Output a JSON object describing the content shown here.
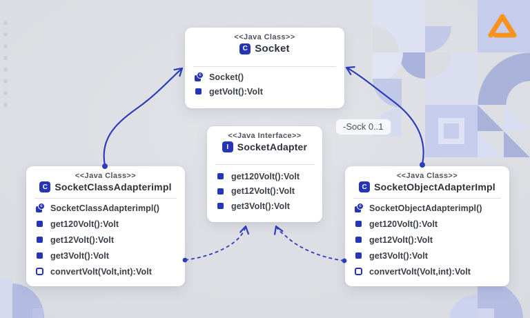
{
  "connector_label": "-Sock 0..1",
  "colors": {
    "accent_blue": "#2535B4",
    "arrow_blue": "#2C3CB9",
    "logo_orange": "#F7941D",
    "card_bg": "#FFFFFF",
    "page_bg": "#DADCE1",
    "lavender_tile": "#C6CCEB"
  },
  "brand": {
    "logo_icon": "orange-triangle"
  },
  "classes": {
    "socket": {
      "stereotype": "<<Java Class>>",
      "icon": "C",
      "name": "Socket",
      "members": [
        {
          "icon": "constructor",
          "text": "Socket()"
        },
        {
          "icon": "method",
          "text": "getVolt():Volt"
        }
      ]
    },
    "adapter": {
      "stereotype": "<<Java Interface>>",
      "icon": "I",
      "name": "SocketAdapter",
      "members": [
        {
          "icon": "method",
          "text": "get120Volt():Volt"
        },
        {
          "icon": "method",
          "text": "get12Volt():Volt"
        },
        {
          "icon": "method",
          "text": "get3Volt():Volt"
        }
      ]
    },
    "class_adapter": {
      "stereotype": "<<Java Class>>",
      "icon": "C",
      "name": "SocketClassAdapterimpl",
      "members": [
        {
          "icon": "constructor",
          "text": "SocketClassAdapterimpl()"
        },
        {
          "icon": "method",
          "text": "get120Volt():Volt"
        },
        {
          "icon": "method",
          "text": "get12Volt():Volt"
        },
        {
          "icon": "method",
          "text": "get3Volt():Volt"
        },
        {
          "icon": "package",
          "text": "convertVolt(Volt,int):Volt"
        }
      ]
    },
    "object_adapter": {
      "stereotype": "<<Java Class>>",
      "icon": "C",
      "name": "SocketObjectAdapterImpl",
      "members": [
        {
          "icon": "constructor",
          "text": "SocketObjectAdapterimpl()"
        },
        {
          "icon": "method",
          "text": "get120Volt():Volt"
        },
        {
          "icon": "method",
          "text": "get12Volt():Volt"
        },
        {
          "icon": "method",
          "text": "get3Volt():Volt"
        },
        {
          "icon": "package",
          "text": "convertVolt(Volt,int):Volt"
        }
      ]
    }
  }
}
